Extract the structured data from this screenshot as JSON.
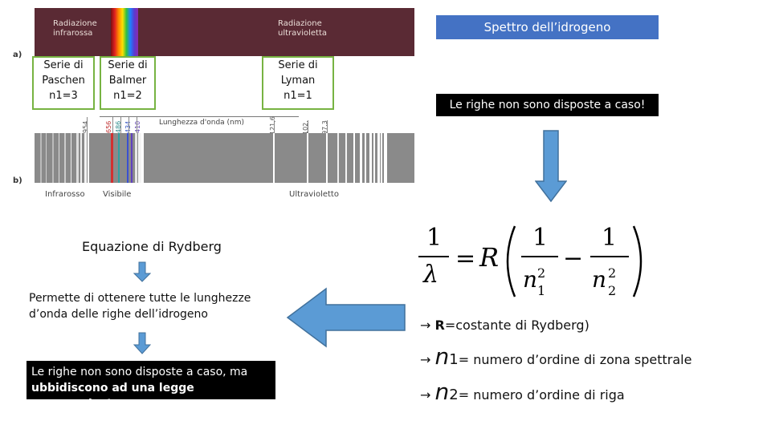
{
  "figure": {
    "top_band": {
      "left_label_line1": "Radiazione",
      "left_label_line2": "infrarossa",
      "right_label_line1": "Radiazione",
      "right_label_line2": "ultravioletta"
    },
    "label_a": "a)",
    "label_b": "b)",
    "axis_title": "Lunghezza d'onda (nm)",
    "ticks": [
      "954",
      "656",
      "486",
      "434",
      "410",
      "121,6",
      "102,",
      "97,3"
    ],
    "bottom_labels": {
      "infrared": "Infrarosso",
      "visible": "Visibile",
      "ultraviolet": "Ultravioletto"
    }
  },
  "series": [
    {
      "line1": "Serie di",
      "line2": "Paschen",
      "line3": "n1=3"
    },
    {
      "line1": "Serie di",
      "line2": "Balmer",
      "line3": "n1=2"
    },
    {
      "line1": "Serie di",
      "line2": "Lyman",
      "line3": "n1=1"
    }
  ],
  "title": "Spettro dell’idrogeno",
  "note_right": "Le righe non sono disposte a caso!",
  "equation_heading": "Equazione di Rydberg",
  "description": "Permette di ottenere tutte le lunghezze d’onda delle righe dell’idrogeno",
  "note_left": {
    "part1": "Le righe non sono disposte a caso, ma",
    "part2": "ubbidiscono ad una legge matematica!"
  },
  "formula": {
    "one": "1",
    "lambda": "λ",
    "equals": "=",
    "R": "R",
    "n": "n",
    "sub1": "1",
    "sub2": "2",
    "sq": "2",
    "minus": "−"
  },
  "bullets": [
    {
      "arrow": "→",
      "symbol": "R",
      "text": "=costante di Rydberg)"
    },
    {
      "arrow": "→",
      "symbol": "n",
      "sub": "1",
      "text": "= numero d’ordine di zona spettrale"
    },
    {
      "arrow": "→",
      "symbol": "n",
      "sub": "2",
      "text": "= numero d’ordine di riga"
    }
  ],
  "colors": {
    "accent_blue": "#4472c4",
    "arrow_blue": "#5b9bd5",
    "series_border": "#77b342"
  }
}
